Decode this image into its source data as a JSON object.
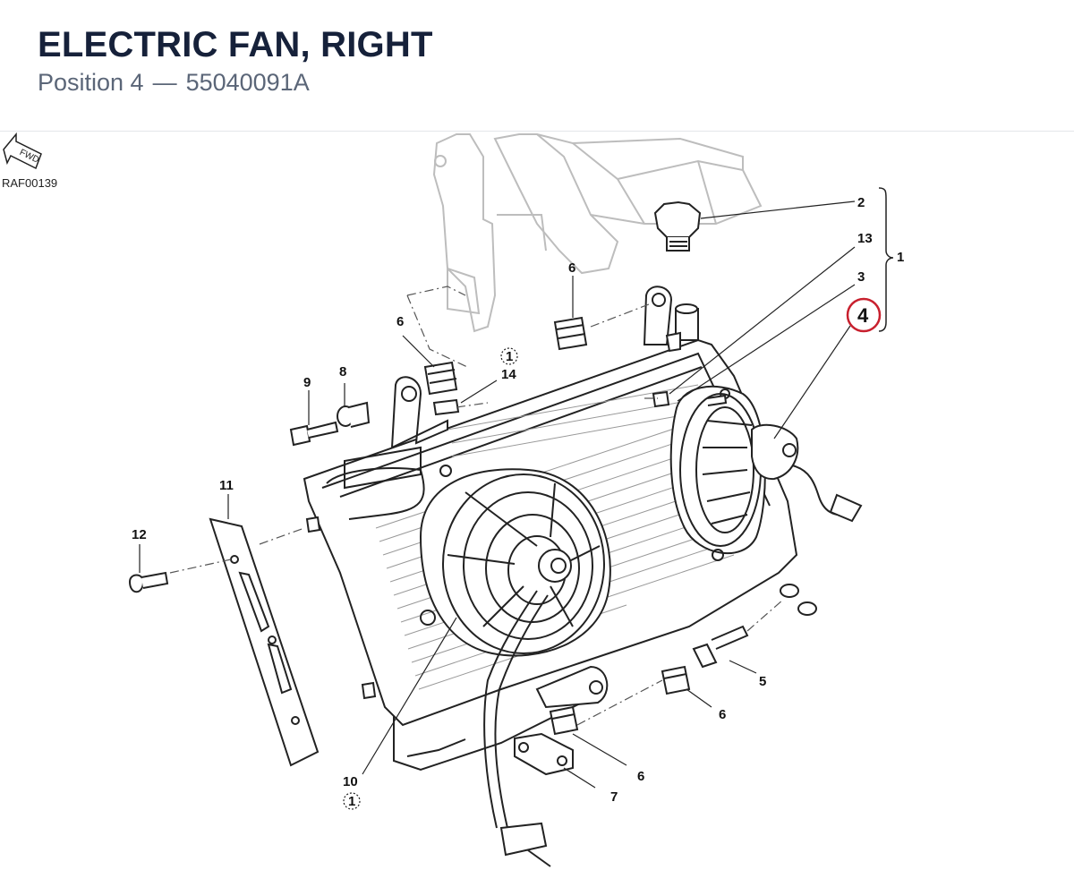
{
  "header": {
    "title": "ELECTRIC FAN, RIGHT",
    "position_label": "Position 4",
    "separator": "—",
    "part_number": "55040091A"
  },
  "diagram": {
    "code": "RAF00139",
    "fwd_label": "FWD",
    "highlight_color": "#c8202e",
    "callouts": {
      "c1": "1",
      "c2": "2",
      "c3": "3",
      "c4": "4",
      "c5": "5",
      "c6a": "6",
      "c6b": "6",
      "c6c": "6",
      "c6d": "6",
      "c7": "7",
      "c8": "8",
      "c9": "9",
      "c10": "10",
      "c11": "11",
      "c12": "12",
      "c13": "13",
      "c14": "14",
      "ref1a": "1",
      "ref1b": "1"
    }
  }
}
